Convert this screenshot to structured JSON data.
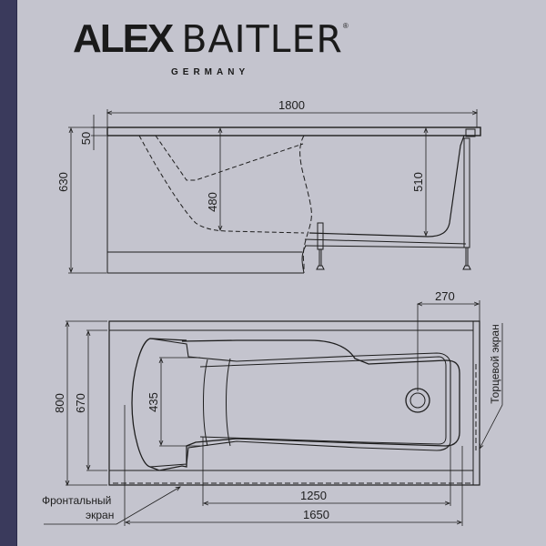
{
  "brand": {
    "name_bold": "ALEX",
    "name_thin": "BAITLER",
    "registered_mark": "®",
    "subtitle": "GERMANY"
  },
  "colors": {
    "background": "#c4c4ce",
    "left_stripe": "#3a3a5c",
    "line": "#1e1e1e"
  },
  "side_view": {
    "overall_length": "1800",
    "rim_thickness": "50",
    "total_height": "630",
    "inner_depth_head": "480",
    "inner_depth_drain": "510"
  },
  "top_view": {
    "overall_width": "800",
    "inner_width": "670",
    "narrow_width": "435",
    "drain_offset": "270",
    "bottom_length": "1250",
    "inner_length": "1650",
    "front_panel_label_line1": "Фронтальный",
    "front_panel_label_line2": "экран",
    "end_panel_label": "Торцевой экран"
  }
}
